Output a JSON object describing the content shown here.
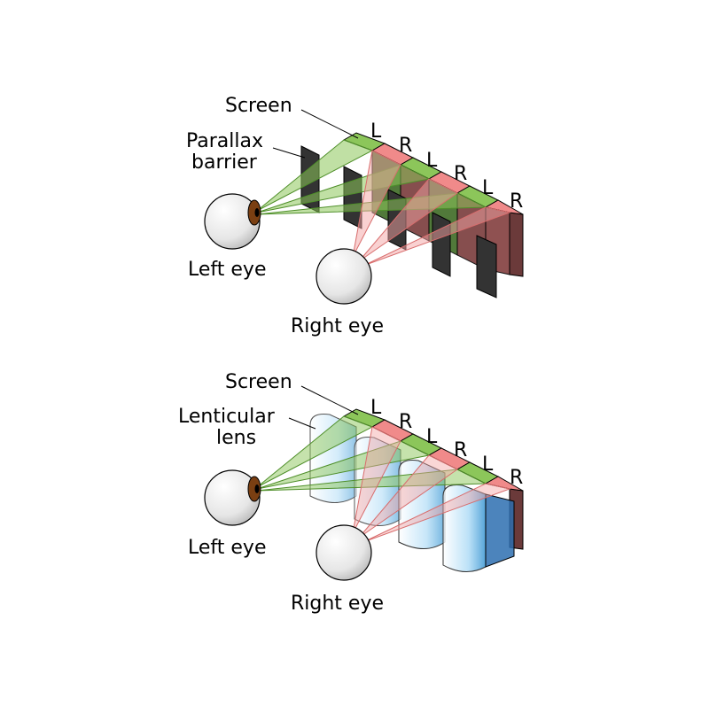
{
  "top_panel": {
    "screen_label": "Screen",
    "barrier_label_line1": "Parallax",
    "barrier_label_line2": "barrier",
    "left_eye_label": "Left eye",
    "right_eye_label": "Right eye",
    "strip_letters": [
      "L",
      "R",
      "L",
      "R",
      "L",
      "R"
    ]
  },
  "bottom_panel": {
    "screen_label": "Screen",
    "lens_label_line1": "Lenticular",
    "lens_label_line2": "lens",
    "left_eye_label": "Left eye",
    "right_eye_label": "Right eye",
    "strip_letters": [
      "L",
      "R",
      "L",
      "R",
      "L",
      "R"
    ]
  },
  "colors": {
    "left_view": "#8cc65a",
    "right_view": "#f08a8a",
    "barrier": "#333333",
    "lens": "#5ab4e6",
    "iris": "#7a3f12"
  }
}
